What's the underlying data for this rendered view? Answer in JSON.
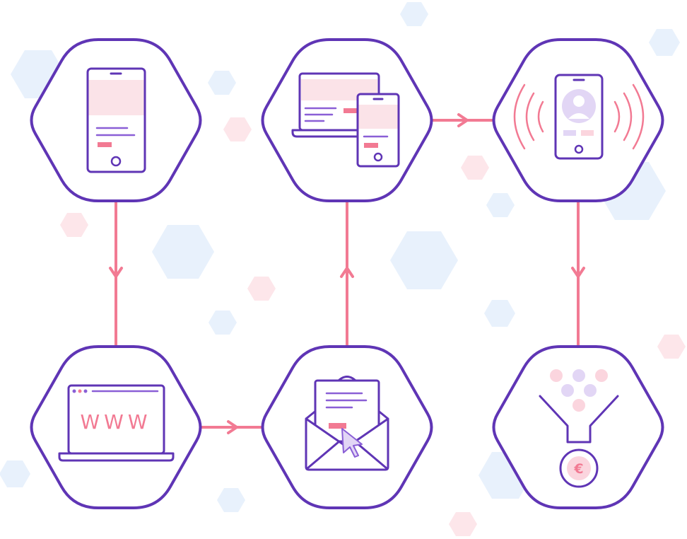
{
  "colors": {
    "purple": "#5f35b5",
    "pink": "#f27a93",
    "pink_light": "#fbe3e8",
    "violet_light": "#e2d6f5",
    "blue_bg": "#e8f1fc",
    "pink_bg": "#fde6ea"
  },
  "nodes": [
    {
      "id": "mobile-page",
      "icon": "smartphone-icon"
    },
    {
      "id": "multi-device-page",
      "icon": "laptop-and-phone-icon"
    },
    {
      "id": "mobile-notification",
      "icon": "phone-profile-signal-icon"
    },
    {
      "id": "website",
      "icon": "browser-window-icon"
    },
    {
      "id": "email-click",
      "icon": "email-cursor-icon"
    },
    {
      "id": "sales-funnel",
      "icon": "funnel-euro-icon"
    }
  ],
  "labels": {
    "website_text": "WWW",
    "currency_symbol": "€"
  }
}
